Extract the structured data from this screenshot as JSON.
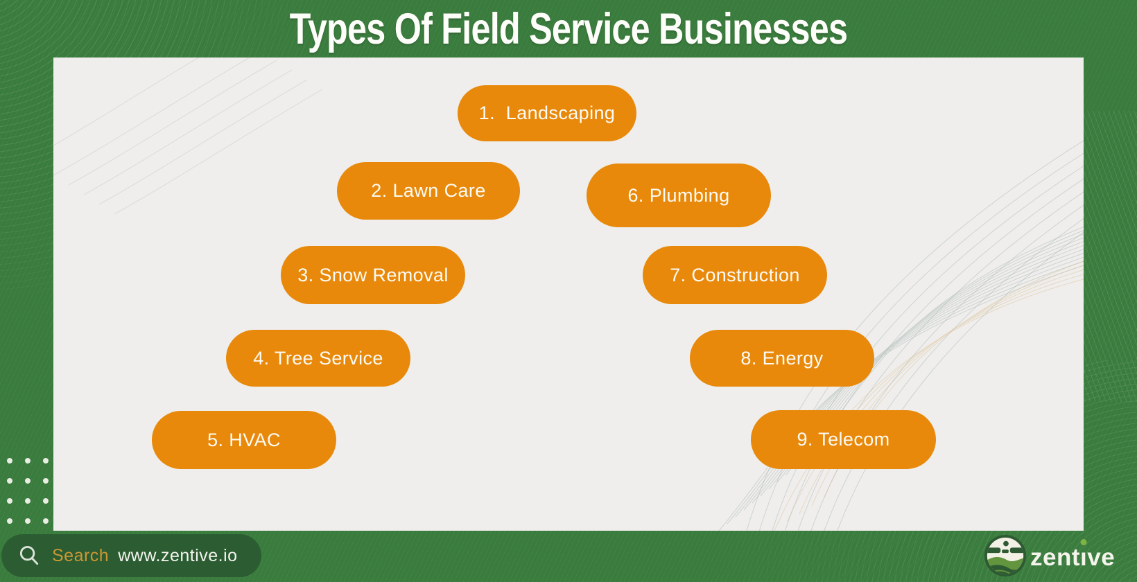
{
  "page": {
    "title": "Types Of Field Service Businesses"
  },
  "colors": {
    "background_green": "#3A7C3D",
    "panel_background": "#EFEEEC",
    "pill_orange": "#E8890B",
    "pill_text": "#FCFBF5",
    "search_bar_green": "#2B5C32",
    "search_label_gold": "#CE9733",
    "search_value_white": "#F4F4EE",
    "logo_i_dot_green": "#7FB344",
    "title_text": "#FDFDF9"
  },
  "list": {
    "items": [
      {
        "label": "1.  Landscaping"
      },
      {
        "label": "2. Lawn Care"
      },
      {
        "label": "3. Snow Removal"
      },
      {
        "label": "4. Tree Service"
      },
      {
        "label": "5. HVAC"
      },
      {
        "label": "6. Plumbing"
      },
      {
        "label": "7. Construction"
      },
      {
        "label": "8. Energy"
      },
      {
        "label": "9. Telecom"
      }
    ]
  },
  "search": {
    "label": "Search",
    "value": "www.zentive.io",
    "icon": "magnifier-icon"
  },
  "logo": {
    "brand_text": "zentive",
    "brand_pre": "zent",
    "brand_i": "ı",
    "brand_post": "ve"
  }
}
